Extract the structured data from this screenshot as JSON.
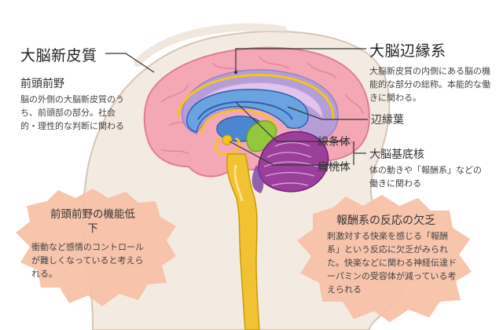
{
  "labels": {
    "cortex_title": "大脳新皮質",
    "prefrontal_title": "前頭前野",
    "prefrontal_desc": "脳の外側の大脳新皮質のうち、前頭部の部分。社会的・理性的な判断に関わる",
    "limbic_title": "大脳辺縁系",
    "limbic_desc": "大脳新皮質の内側にある脳の機能的な部分の総称。本能的な働きに関わる。",
    "cingulate": "辺縁葉",
    "striatum": "線条体",
    "amygdala": "扁桃体",
    "basal_title": "大脳基底核",
    "basal_desc": "体の動きや「報酬系」などの働きに関わる"
  },
  "callouts": {
    "prefrontal_decline_title": "前頭前野の機能低下",
    "prefrontal_decline_desc": "衝動など感情のコントロールが難しくなっていると考えられる。",
    "reward_title": "報酬系の反応の欠乏",
    "reward_desc": "刺激対する快楽を感じる「報酬系」という反応に欠乏がみられた。快楽などに関わる神経伝達ドーパミンの受容体が減っている考えられる"
  },
  "colors": {
    "head": "#f3ebe2",
    "head_outline": "#d8c6b4",
    "cortex": "#f4a7b5",
    "cortex_dark": "#e07e93",
    "limbic": "#b59ed8",
    "inner_blue": "#6aa3df",
    "inner_dark": "#2f5fb0",
    "corpus": "#e0c4ee",
    "yellow": "#f5c517",
    "brainstem": "#f1c233",
    "cerebellum": "#9c3f9b",
    "green": "#93c83e",
    "burst": "#f7c1a8"
  }
}
